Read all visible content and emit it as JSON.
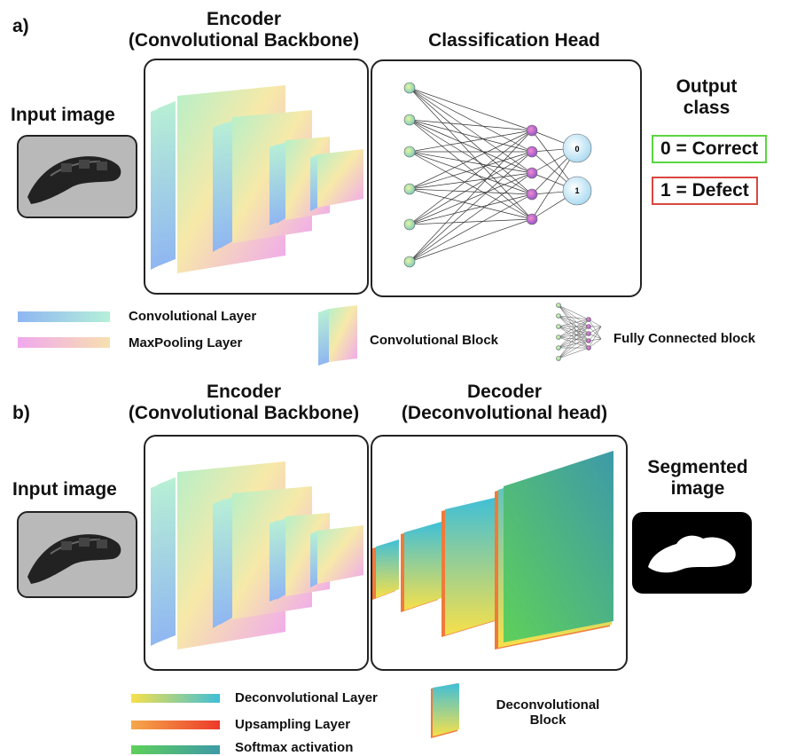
{
  "panel_a": {
    "letter": "a)",
    "encoder_title_1": "Encoder",
    "encoder_title_2": "(Convolutional Backbone)",
    "head_title": "Classification Head",
    "input_label": "Input image",
    "output_title_1": "Output",
    "output_title_2": "class",
    "class_0": "0 = Correct",
    "class_1": "1 = Defect",
    "node_0": "0",
    "node_1": "1",
    "class_0_color": "#5ad642",
    "class_1_color": "#d9473f"
  },
  "legend_a": {
    "conv_layer": "Convolutional Layer",
    "maxpool_layer": "MaxPooling Layer",
    "conv_block": "Convolutional Block",
    "fc_block": "Fully Connected block"
  },
  "panel_b": {
    "letter": "b)",
    "encoder_title_1": "Encoder",
    "encoder_title_2": "(Convolutional Backbone)",
    "decoder_title_1": "Decoder",
    "decoder_title_2": "(Deconvolutional head)",
    "input_label": "Input image",
    "output_title_1": "Segmented",
    "output_title_2": "image"
  },
  "legend_b": {
    "deconv_layer": "Deconvolutional Layer",
    "upsampling_layer": "Upsampling Layer",
    "softmax": "Softmax activation",
    "deconv_block_1": "Deconvolutional",
    "deconv_block_2": "Block"
  }
}
